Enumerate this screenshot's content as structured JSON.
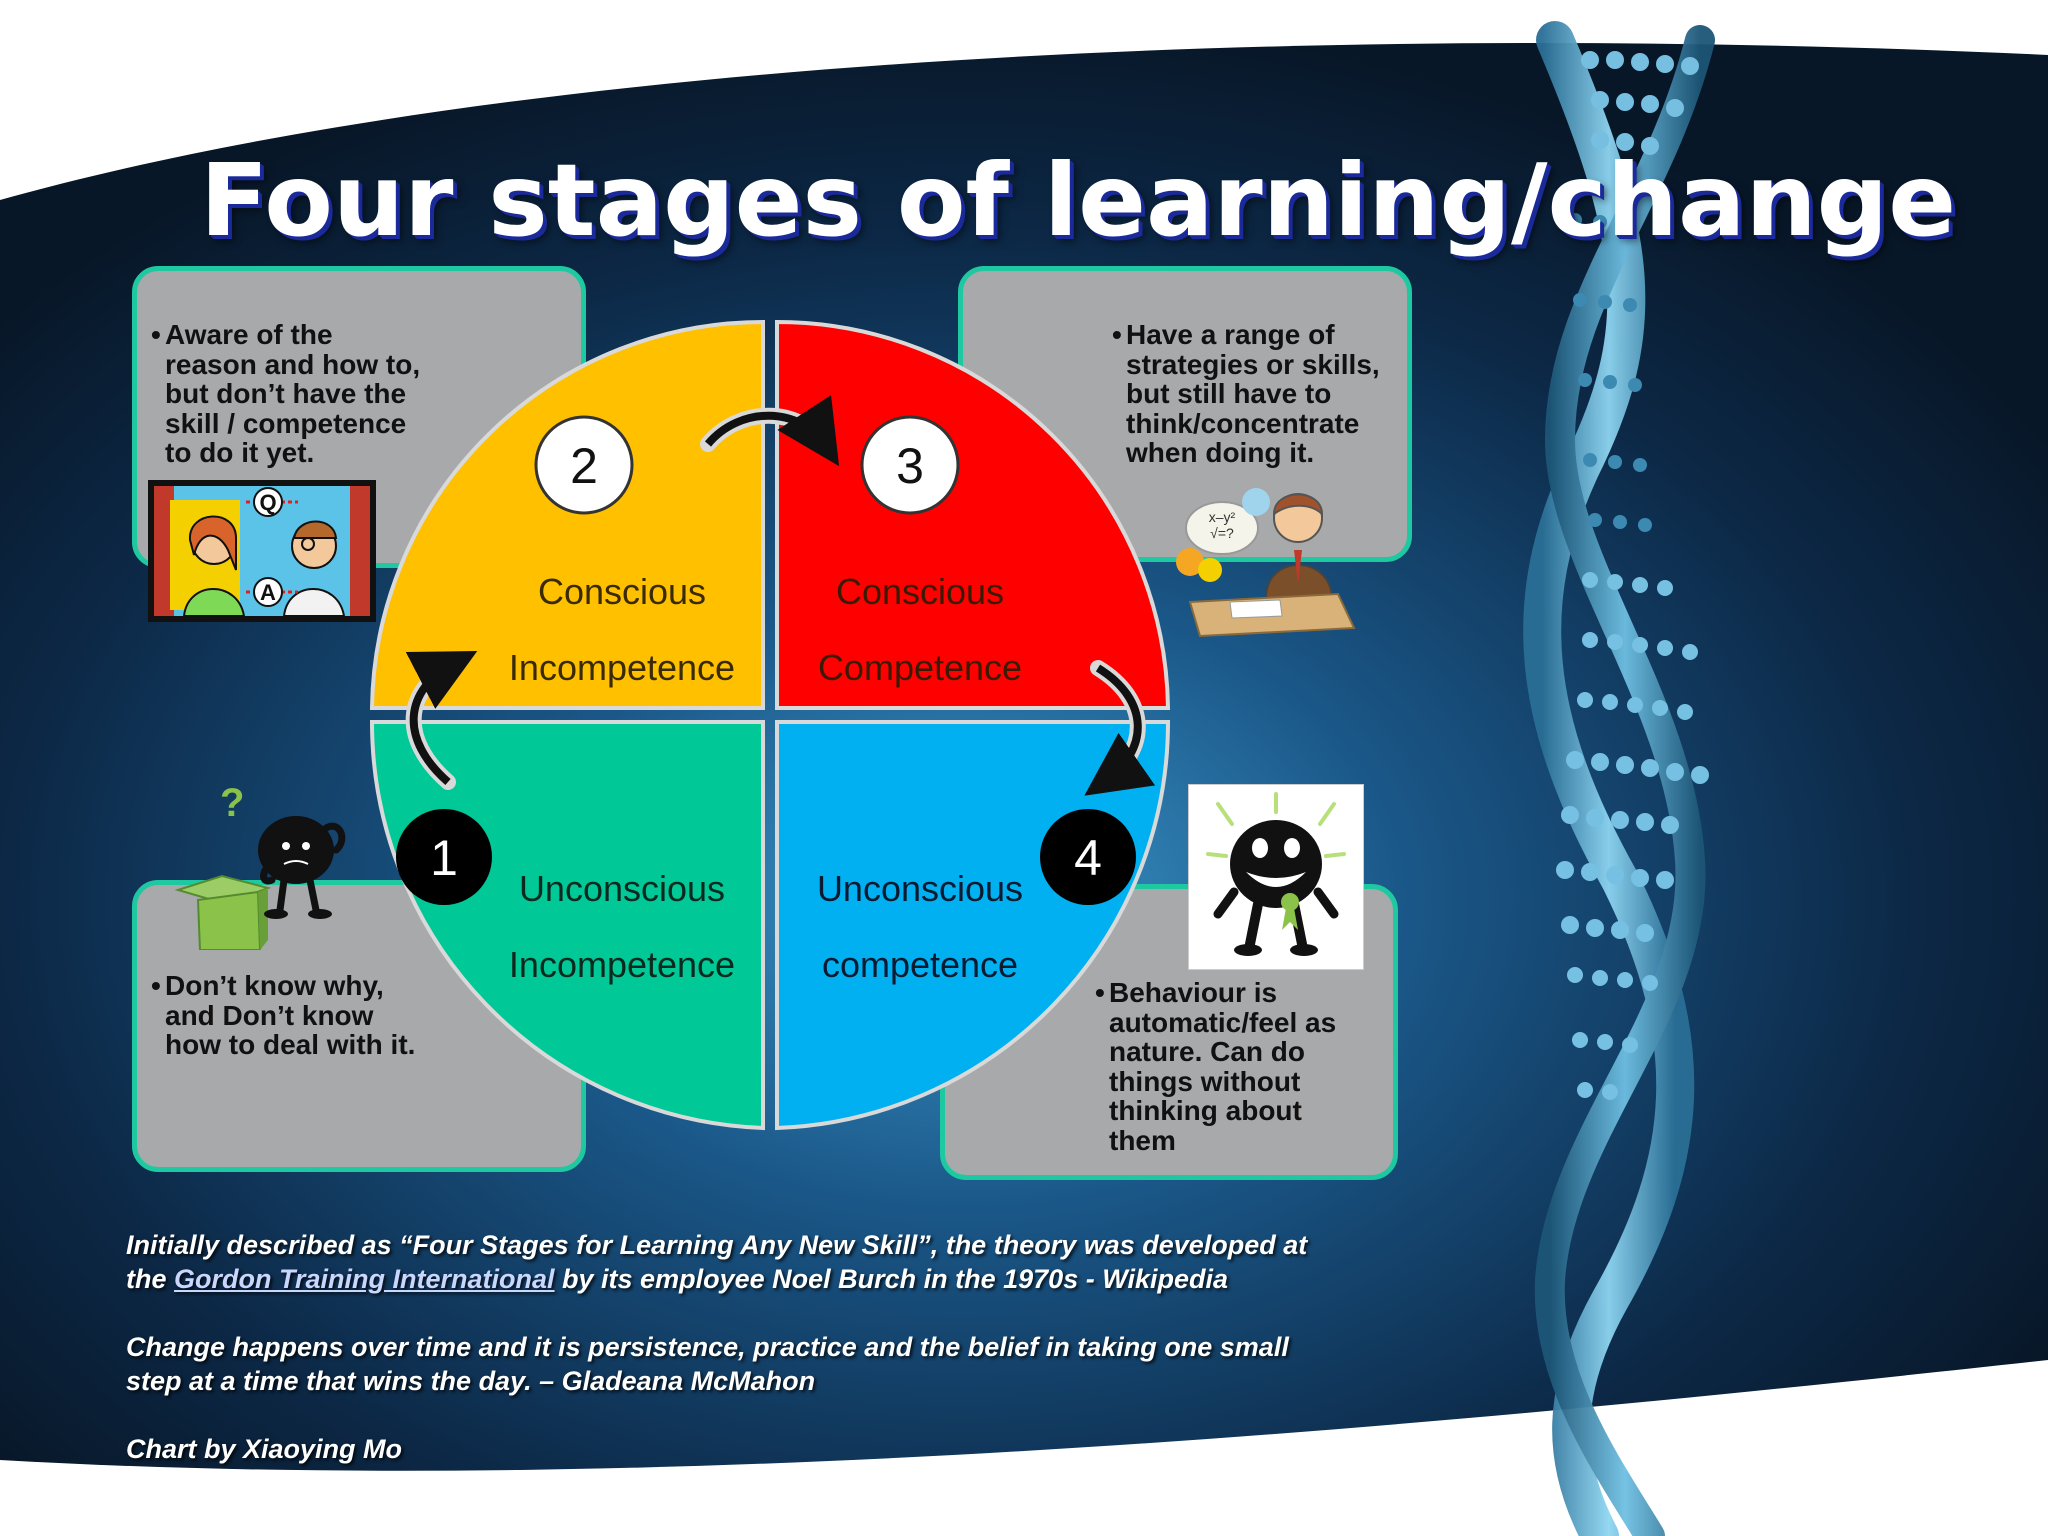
{
  "title": "Four stages of learning/change",
  "stages": [
    {
      "number": "1",
      "label_line1": "Unconscious",
      "label_line2": "Incompetence",
      "color": "#00c896",
      "description": "Don’t know why,\nand Don’t know\nhow to deal with it."
    },
    {
      "number": "2",
      "label_line1": "Conscious",
      "label_line2": "Incompetence",
      "color": "#ffc000",
      "description": "Aware of the\nreason and how to,\nbut don’t have the\nskill / competence\nto do it yet."
    },
    {
      "number": "3",
      "label_line1": "Conscious",
      "label_line2": "Competence",
      "color": "#ff0000",
      "description": "Have a range of\nstrategies or skills,\nbut still have to\nthink/concentrate\nwhen doing it."
    },
    {
      "number": "4",
      "label_line1": "Unconscious",
      "label_line2": "competence",
      "color": "#00b0f0",
      "description": "Behaviour is\nautomatic/feel as\nnature. Can do\nthings without\nthinking about\nthem"
    }
  ],
  "illustrations": {
    "qa": {
      "q_letter": "Q",
      "a_letter": "A"
    },
    "thinking_bubble": "x–y²\n√=?",
    "question_mark": "?"
  },
  "footer": {
    "line1": "Initially described as “Four Stages for Learning Any New Skill”, the theory was developed at",
    "line2_prefix": "the ",
    "line2_link": "Gordon Training International",
    "line2_suffix": " by its employee Noel Burch in the 1970s  - Wikipedia",
    "line3": "Change happens over time and it is persistence, practice and the belief in taking one small",
    "line4": "step at a time that wins the day. – Gladeana McMahon",
    "credit": "Chart by Xiaoying Mo"
  },
  "colors": {
    "box_fill": "#a8a9ab",
    "box_border": "#1ec8a0",
    "background_dark": "#0b1e36",
    "background_glow": "#1f6fa8"
  }
}
